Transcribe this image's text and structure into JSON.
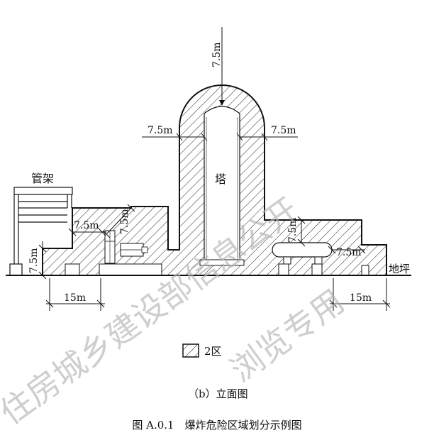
{
  "diagram": {
    "labels": {
      "tower": "塔",
      "pipe_rack": "管架",
      "ground": "地坪"
    },
    "dimensions": {
      "top": "7.5m",
      "tower_left": "7.5m",
      "tower_right": "7.5m",
      "left_vertical": "7.5m",
      "left_horizontal": "7.5m",
      "left_step": "7.5m",
      "right_vertical": "7.5m",
      "right_horizontal": "7.5m",
      "bottom_left": "15m",
      "bottom_right": "15m"
    },
    "legend": {
      "label": "2区"
    },
    "subcaption": "（b）立面图",
    "caption": "图 A.0.1　爆炸危险区域划分示例图"
  },
  "watermark": {
    "line1": "住房城乡建设部信息公开",
    "line2": "浏览专用"
  }
}
